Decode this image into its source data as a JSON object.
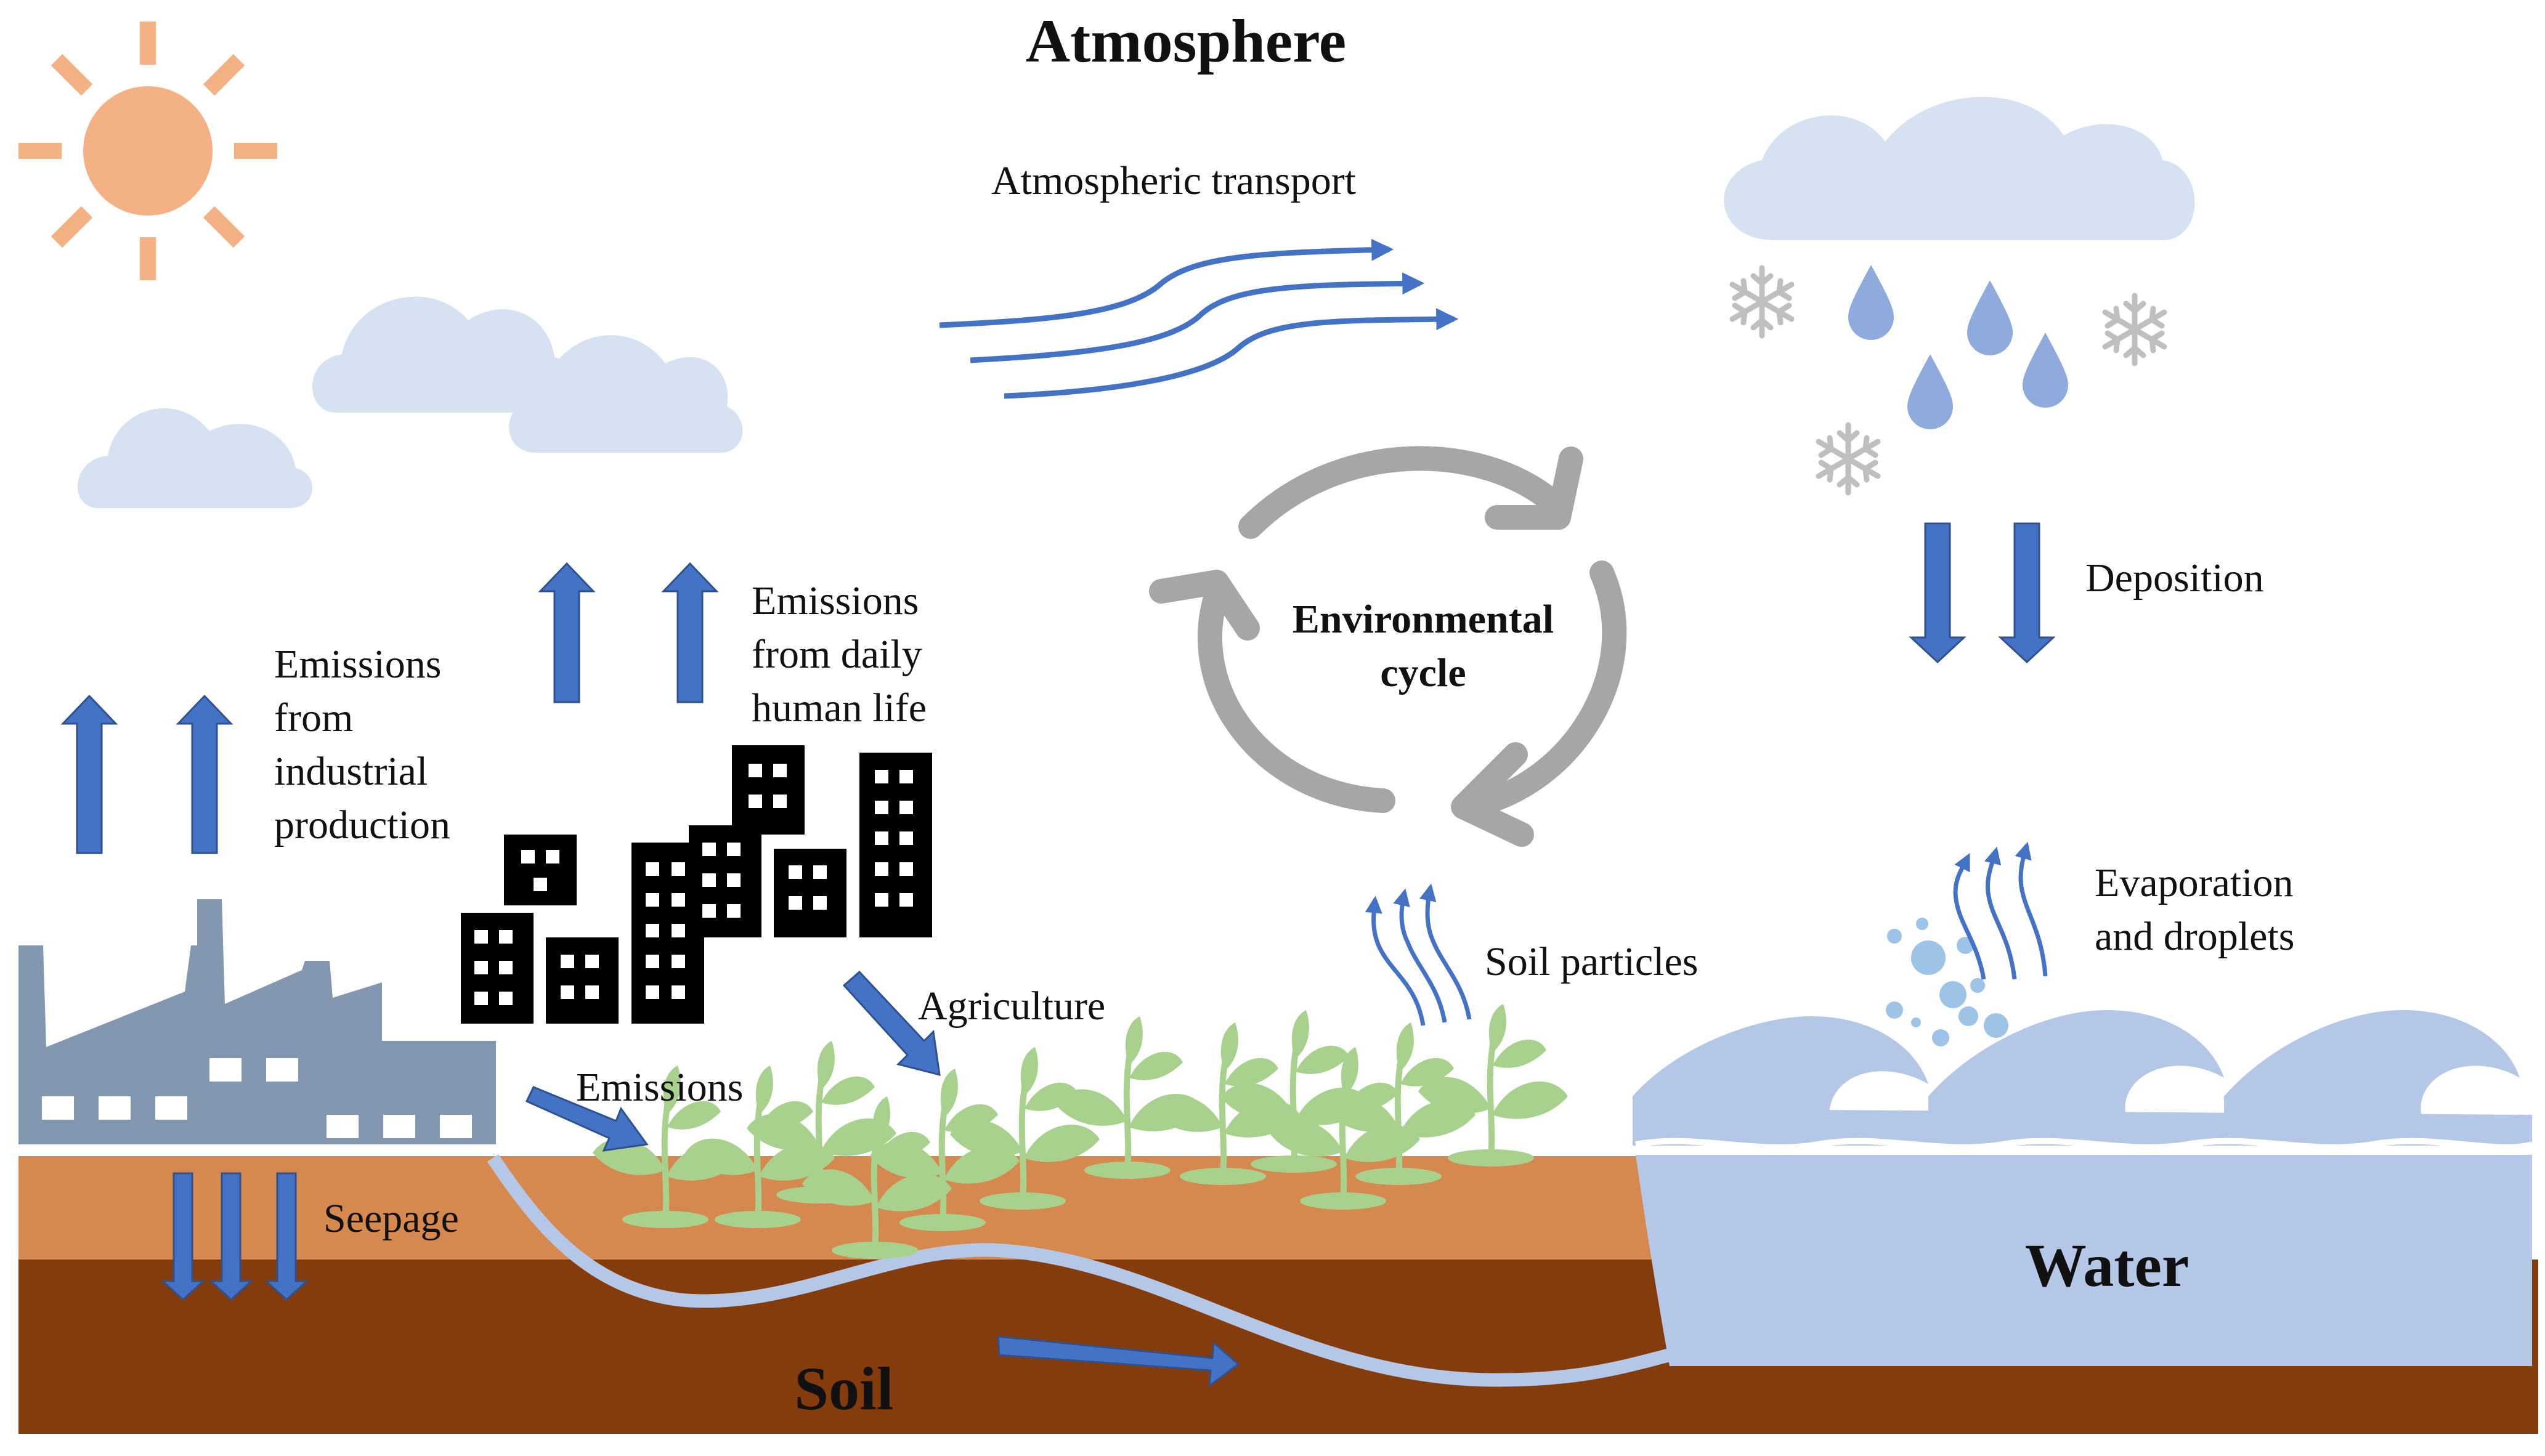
{
  "regions": {
    "atmosphere": "Atmosphere",
    "soil": "Soil",
    "water": "Water"
  },
  "labels": {
    "atmospheric_transport": "Atmospheric transport",
    "environmental_cycle": "Environmental\ncycle",
    "deposition": "Deposition",
    "emissions_industrial": "Emissions\nfrom\nindustrial\nproduction",
    "emissions_daily": "Emissions\nfrom daily\nhuman life",
    "agriculture": "Agriculture",
    "emissions": "Emissions",
    "seepage": "Seepage",
    "soil_particles": "Soil particles",
    "evaporation": "Evaporation\nand droplets"
  },
  "colors": {
    "arrow_blue": "#4472C4",
    "sun_orange": "#F4B183",
    "cloud": "#D6E1F2",
    "raindrop": "#8FAADC",
    "snowflake": "#BFBFBF",
    "factory": "#8497B0",
    "building": "#000000",
    "plant": "#A9D18E",
    "topsoil": "#D6894E",
    "subsoil": "#843C0C",
    "water": "#B4C7E7",
    "cycle_gray": "#A6A6A6"
  },
  "icons": [
    "sun-icon",
    "cloud-icon",
    "raindrop-icon",
    "snowflake-icon",
    "factory-icon",
    "city-buildings-icon",
    "plant-icon",
    "wave-icon",
    "bubble-icon",
    "cycle-arrows-icon"
  ]
}
